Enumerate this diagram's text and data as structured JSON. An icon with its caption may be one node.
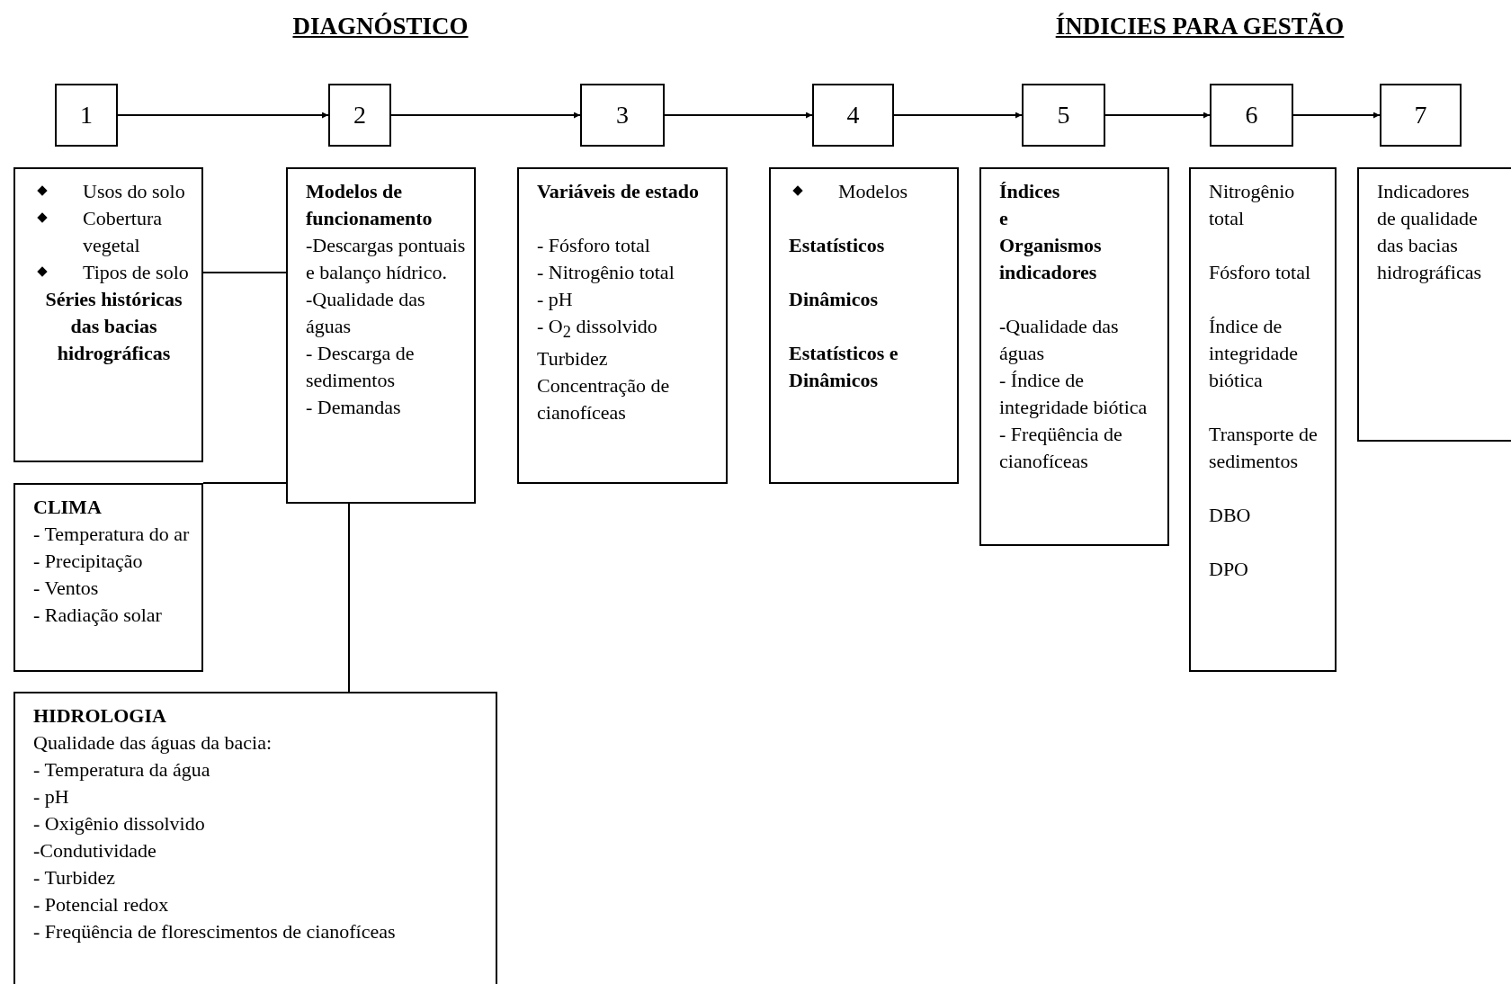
{
  "diagram": {
    "nodes": [
      {
        "text": [
          "1"
        ]
      },
      {
        "text": [
          "2"
        ]
      },
      {
        "text": [
          "3"
        ]
      },
      {
        "text": [
          "4"
        ]
      },
      {
        "text": [
          "5"
        ]
      },
      {
        "text": [
          "6"
        ]
      },
      {
        "text": [
          "7"
        ]
      },
      {
        "text": [
          "Usos do solo",
          "Cobertura vegetal",
          "Tipos de solo",
          "Séries históricas das bacias hidrográficas"
        ]
      },
      {
        "text": [
          "Modelos de funcionamento",
          "-Descargas pontuais e balanço hídrico.",
          "-Qualidade das águas",
          "- Descarga de sedimentos",
          "- Demandas"
        ]
      },
      {
        "text": [
          "Variáveis de estado",
          "- Fósforo total",
          "- Nitrogênio total",
          "- pH",
          "- O$_{2}$ dissolvido",
          "Turbidez",
          "Concentração de cianofíceas"
        ]
      },
      {
        "text": [
          "Modelos",
          "Estatísticos",
          "Dinâmicos",
          "Estatísticos e Dinâmicos"
        ]
      },
      {
        "text": [
          "Índices",
          "e",
          "Organismos indicadores",
          "-Qualidade das águas",
          "- Índice de integridade biótica",
          "- Freqüência de cianofíceas"
        ]
      },
      {
        "text": [
          "Nitrogênio total",
          "Fósforo total",
          "Índice de integridade biótica",
          "Transporte de sedimentos",
          "DBO",
          "DPO"
        ]
      },
      {
        "text": [
          "Indicadores de qualidade das bacias hidrográficas"
        ]
      },
      {
        "text": [
          "CLIMA",
          "- Temperatura do ar",
          "- Precipitação",
          "- Ventos",
          "- Radiação solar"
        ]
      },
      {
        "text": [
          "HIDROLOGIA",
          "Qualidade das águas da bacia:",
          "- Temperatura da água",
          "- pH",
          "- Oxigênio dissolvido",
          "-Condutividade",
          "- Turbidez",
          "- Potencial redox",
          "- Freqüência de florescimentos de cianofíceas"
        ]
      }
    ],
    "edges": [
      {
        "from": 0,
        "to": 1,
        "arrow": "to"
      },
      {
        "from": 1,
        "to": 2,
        "arrow": "to"
      },
      {
        "from": 2,
        "to": 3,
        "arrow": "to"
      },
      {
        "from": 3,
        "to": 4,
        "arrow": "to"
      },
      {
        "from": 4,
        "to": 5,
        "arrow": "to"
      },
      {
        "from": 5,
        "to": 6,
        "arrow": "to"
      },
      {
        "from": 7,
        "to": 8,
        "arrow": "none"
      },
      {
        "from": 14,
        "to": 8,
        "arrow": "none"
      },
      {
        "from": 8,
        "to": 15,
        "arrow": "none"
      }
    ],
    "labels": [
      "DIAGNÓSTICO",
      "ÍNDICIES PARA GESTÃO"
    ]
  }
}
